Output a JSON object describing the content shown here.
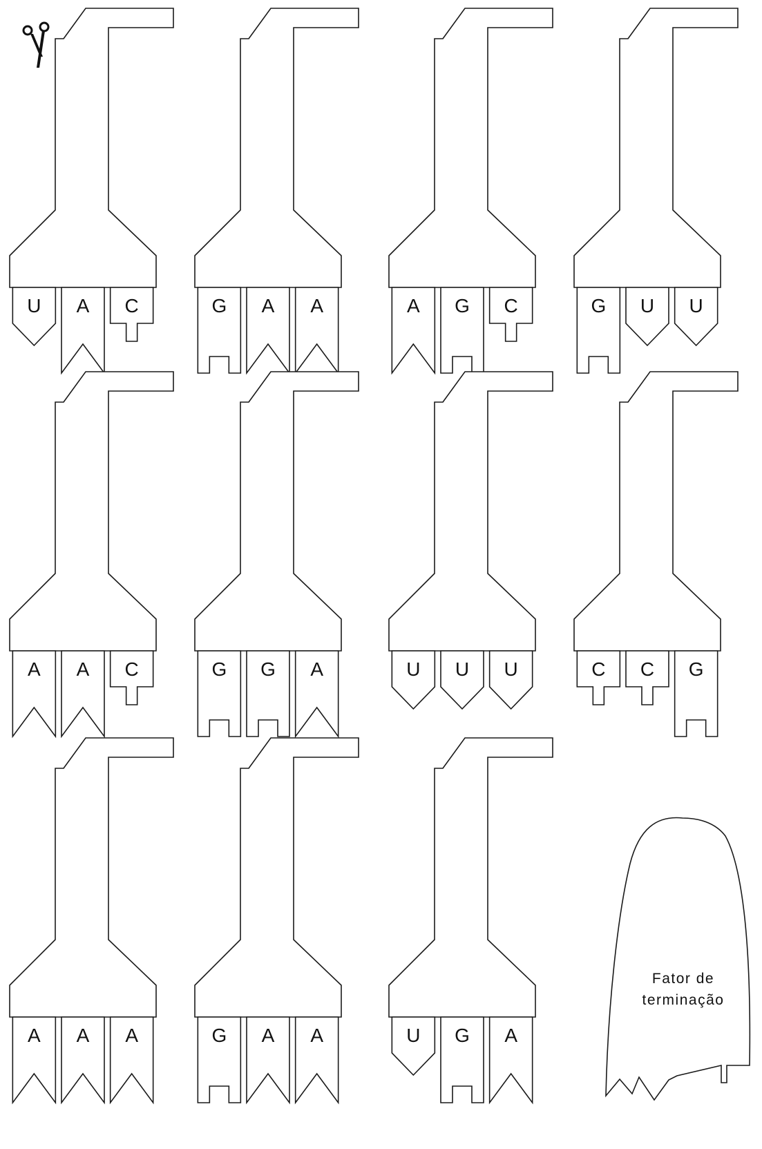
{
  "pieces": [
    {
      "anticodon": [
        "U",
        "A",
        "C"
      ]
    },
    {
      "anticodon": [
        "G",
        "A",
        "A"
      ]
    },
    {
      "anticodon": [
        "A",
        "G",
        "C"
      ]
    },
    {
      "anticodon": [
        "G",
        "U",
        "U"
      ]
    },
    {
      "anticodon": [
        "A",
        "A",
        "C"
      ]
    },
    {
      "anticodon": [
        "G",
        "G",
        "A"
      ]
    },
    {
      "anticodon": [
        "U",
        "U",
        "U"
      ]
    },
    {
      "anticodon": [
        "C",
        "C",
        "G"
      ]
    },
    {
      "anticodon": [
        "A",
        "A",
        "A"
      ]
    },
    {
      "anticodon": [
        "G",
        "A",
        "A"
      ]
    },
    {
      "anticodon": [
        "U",
        "G",
        "A"
      ]
    }
  ],
  "termination_factor": {
    "line1": "Fator de",
    "line2": "terminação"
  },
  "icons": {
    "cut_marker": "scissors-icon"
  }
}
